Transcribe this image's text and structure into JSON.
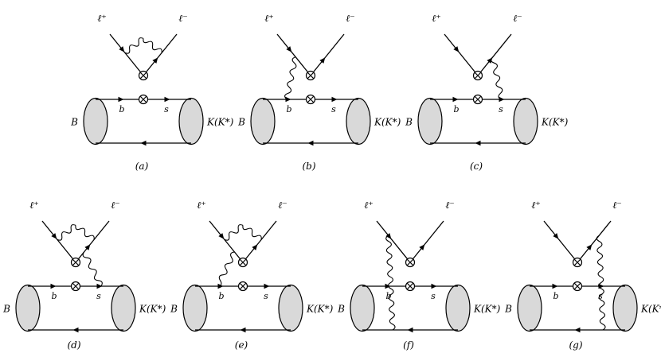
{
  "labels": {
    "lepton_plus": "ℓ⁺",
    "lepton_minus": "ℓ⁻",
    "b_quark": "b",
    "s_quark": "s",
    "meson_b": "B",
    "meson_k": "K(K*)"
  },
  "diagrams": [
    {
      "caption": "(a)",
      "photon": "loop"
    },
    {
      "caption": "(b)",
      "photon": "l-to-b"
    },
    {
      "caption": "(c)",
      "photon": "l-to-s"
    },
    {
      "caption": "(d)",
      "photon": "loop-plus-s"
    },
    {
      "caption": "(e)",
      "photon": "loop-plus-b"
    },
    {
      "caption": "(f)",
      "photon": "l-to-spectator-left"
    },
    {
      "caption": "(g)",
      "photon": "l-to-spectator-right"
    }
  ],
  "colors": {
    "line": "#000000",
    "blob": "#d9d9d9"
  }
}
